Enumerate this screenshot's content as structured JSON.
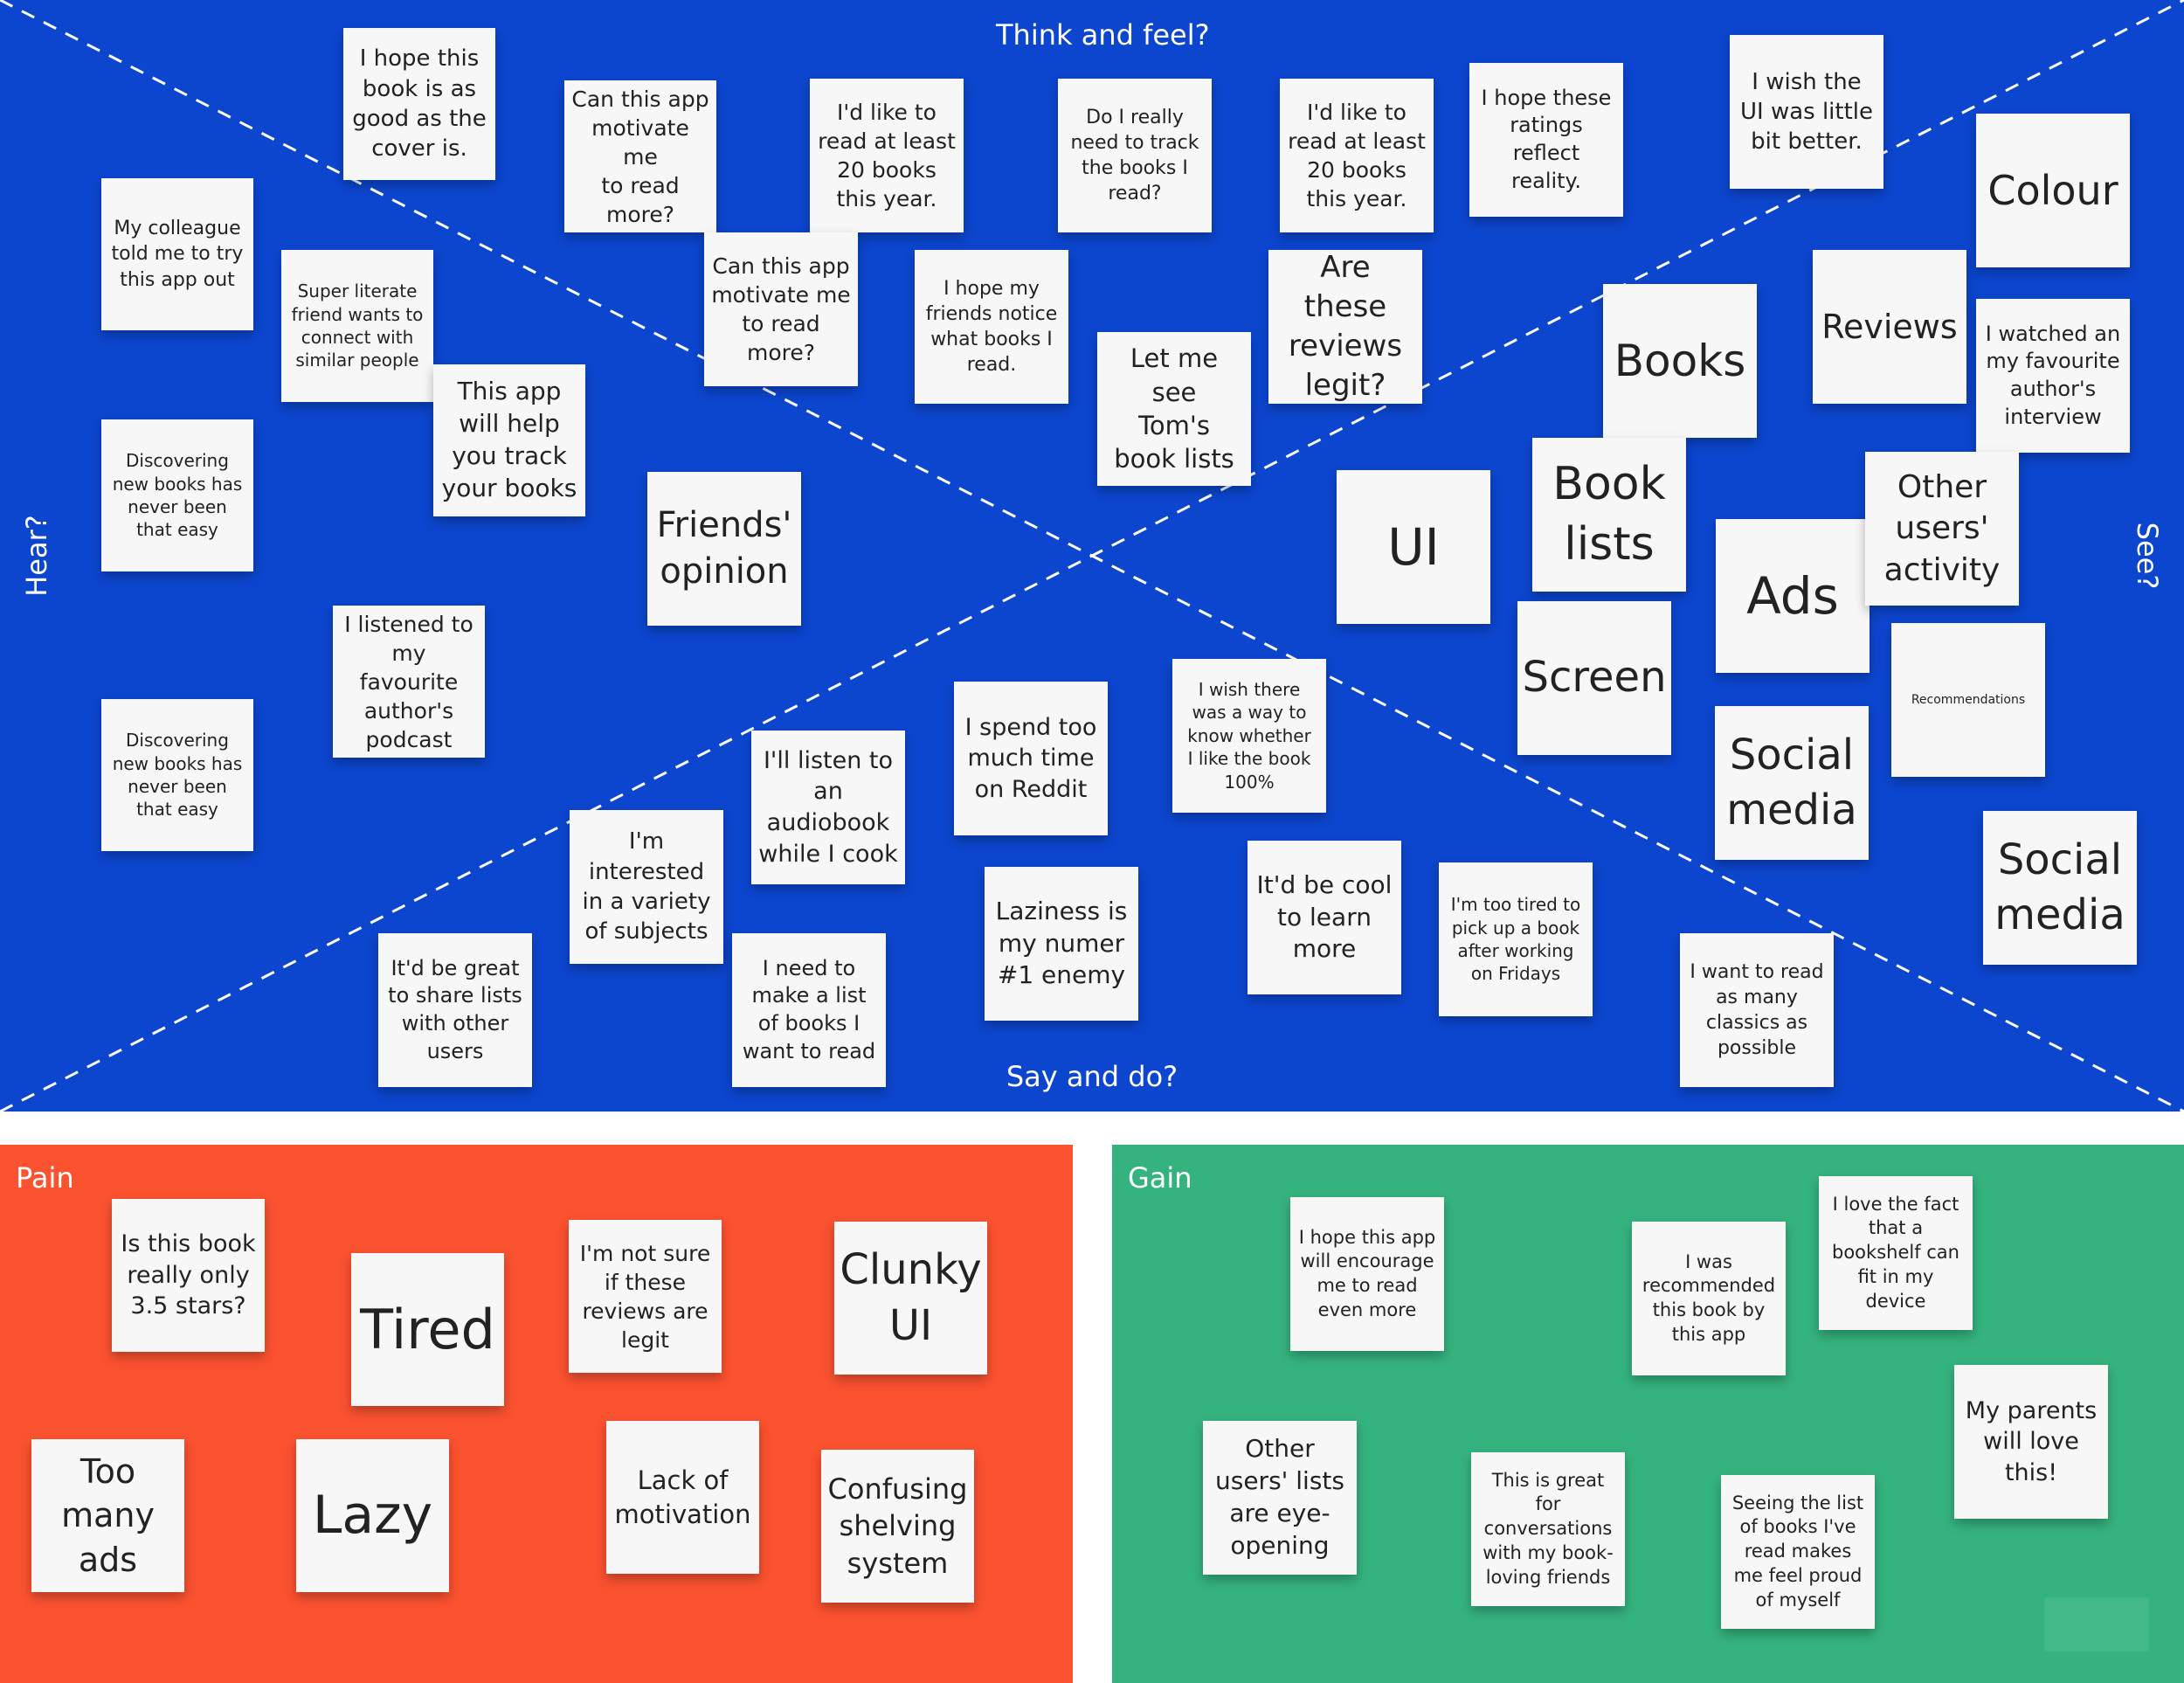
{
  "colors": {
    "empathy_bg": "#0c46cf",
    "pain_bg": "#fb5230",
    "gain_bg": "#35b37e",
    "note_bg": "#f7f7f7",
    "note_text": "#222222",
    "label_text": "#ffffff"
  },
  "empathy_map": {
    "think_feel_label": "Think and feel?",
    "hear_label": "Hear?",
    "see_label": "See?",
    "say_do_label": "Say and do?",
    "notes": [
      {
        "text": "I hope this\nbook is as\ngood as the\ncover is."
      },
      {
        "text": "Can this app\nmotivate me\nto read\nmore?"
      },
      {
        "text": "I'd like to\nread at least\n20 books\nthis year."
      },
      {
        "text": "Do I really\nneed to track\nthe books I\nread?"
      },
      {
        "text": "I'd like to\nread at least\n20 books\nthis year."
      },
      {
        "text": "I hope these\nratings\nreflect\nreality."
      },
      {
        "text": "I wish the\nUI was little\nbit better."
      },
      {
        "text": "Colour"
      },
      {
        "text": "My colleague\ntold me to try\nthis app out"
      },
      {
        "text": "Super literate\nfriend wants to\nconnect with\nsimilar people"
      },
      {
        "text": "Can this app\nmotivate me\nto read\nmore?"
      },
      {
        "text": "I hope my\nfriends notice\nwhat books I\nread."
      },
      {
        "text": "Are these\nreviews\nlegit?"
      },
      {
        "text": "Books"
      },
      {
        "text": "Reviews"
      },
      {
        "text": "I watched an\nmy favourite\nauthor's\ninterview"
      },
      {
        "text": "This app\nwill help\nyou track\nyour books"
      },
      {
        "text": "Let me see\nTom's\nbook lists"
      },
      {
        "text": "Discovering\nnew books has\nnever been\nthat easy"
      },
      {
        "text": "Friends'\nopinion"
      },
      {
        "text": "UI"
      },
      {
        "text": "Book\nlists"
      },
      {
        "text": "Ads"
      },
      {
        "text": "Other\nusers'\nactivity"
      },
      {
        "text": "Screen"
      },
      {
        "text": "Recommendations"
      },
      {
        "text": "I listened to\nmy favourite\nauthor's\npodcast"
      },
      {
        "text": "I wish there\nwas a way to\nknow whether\nI like the book\n100%"
      },
      {
        "text": "I spend too\nmuch time\non Reddit"
      },
      {
        "text": "I'll listen to\nan\naudiobook\nwhile I cook"
      },
      {
        "text": "Discovering\nnew books has\nnever been\nthat easy"
      },
      {
        "text": "Social\nmedia"
      },
      {
        "text": "I'm\ninterested\nin a variety\nof subjects"
      },
      {
        "text": "Social\nmedia"
      },
      {
        "text": "It'd be cool\nto learn\nmore"
      },
      {
        "text": "Laziness is\nmy numer\n#1 enemy"
      },
      {
        "text": "I'm too tired to\npick up a book\nafter working\non Fridays"
      },
      {
        "text": "It'd be great\nto share lists\nwith other\nusers"
      },
      {
        "text": "I need to\nmake a list\nof books I\nwant to read"
      },
      {
        "text": "I want to read\nas many\nclassics as\npossible"
      }
    ]
  },
  "pain": {
    "title": "Pain",
    "notes": [
      {
        "text": "Is this book\nreally only\n3.5 stars?"
      },
      {
        "text": "Tired"
      },
      {
        "text": "I'm not sure\nif these\nreviews are\nlegit"
      },
      {
        "text": "Clunky\nUI"
      },
      {
        "text": "Too\nmany\nads"
      },
      {
        "text": "Lazy"
      },
      {
        "text": "Lack of\nmotivation"
      },
      {
        "text": "Confusing\nshelving\nsystem"
      }
    ]
  },
  "gain": {
    "title": "Gain",
    "notes": [
      {
        "text": "I hope this app\nwill encourage\nme to read\neven more"
      },
      {
        "text": "I was\nrecommended\nthis book by\nthis app"
      },
      {
        "text": "I love the fact\nthat a\nbookshelf can\nfit in my device"
      },
      {
        "text": "My parents\nwill love\nthis!"
      },
      {
        "text": "Other\nusers' lists\nare eye-\nopening"
      },
      {
        "text": "This is great\nfor\nconversations\nwith my book-\nloving friends"
      },
      {
        "text": "Seeing the list\nof books I've\nread makes\nme feel proud\nof myself"
      }
    ]
  }
}
